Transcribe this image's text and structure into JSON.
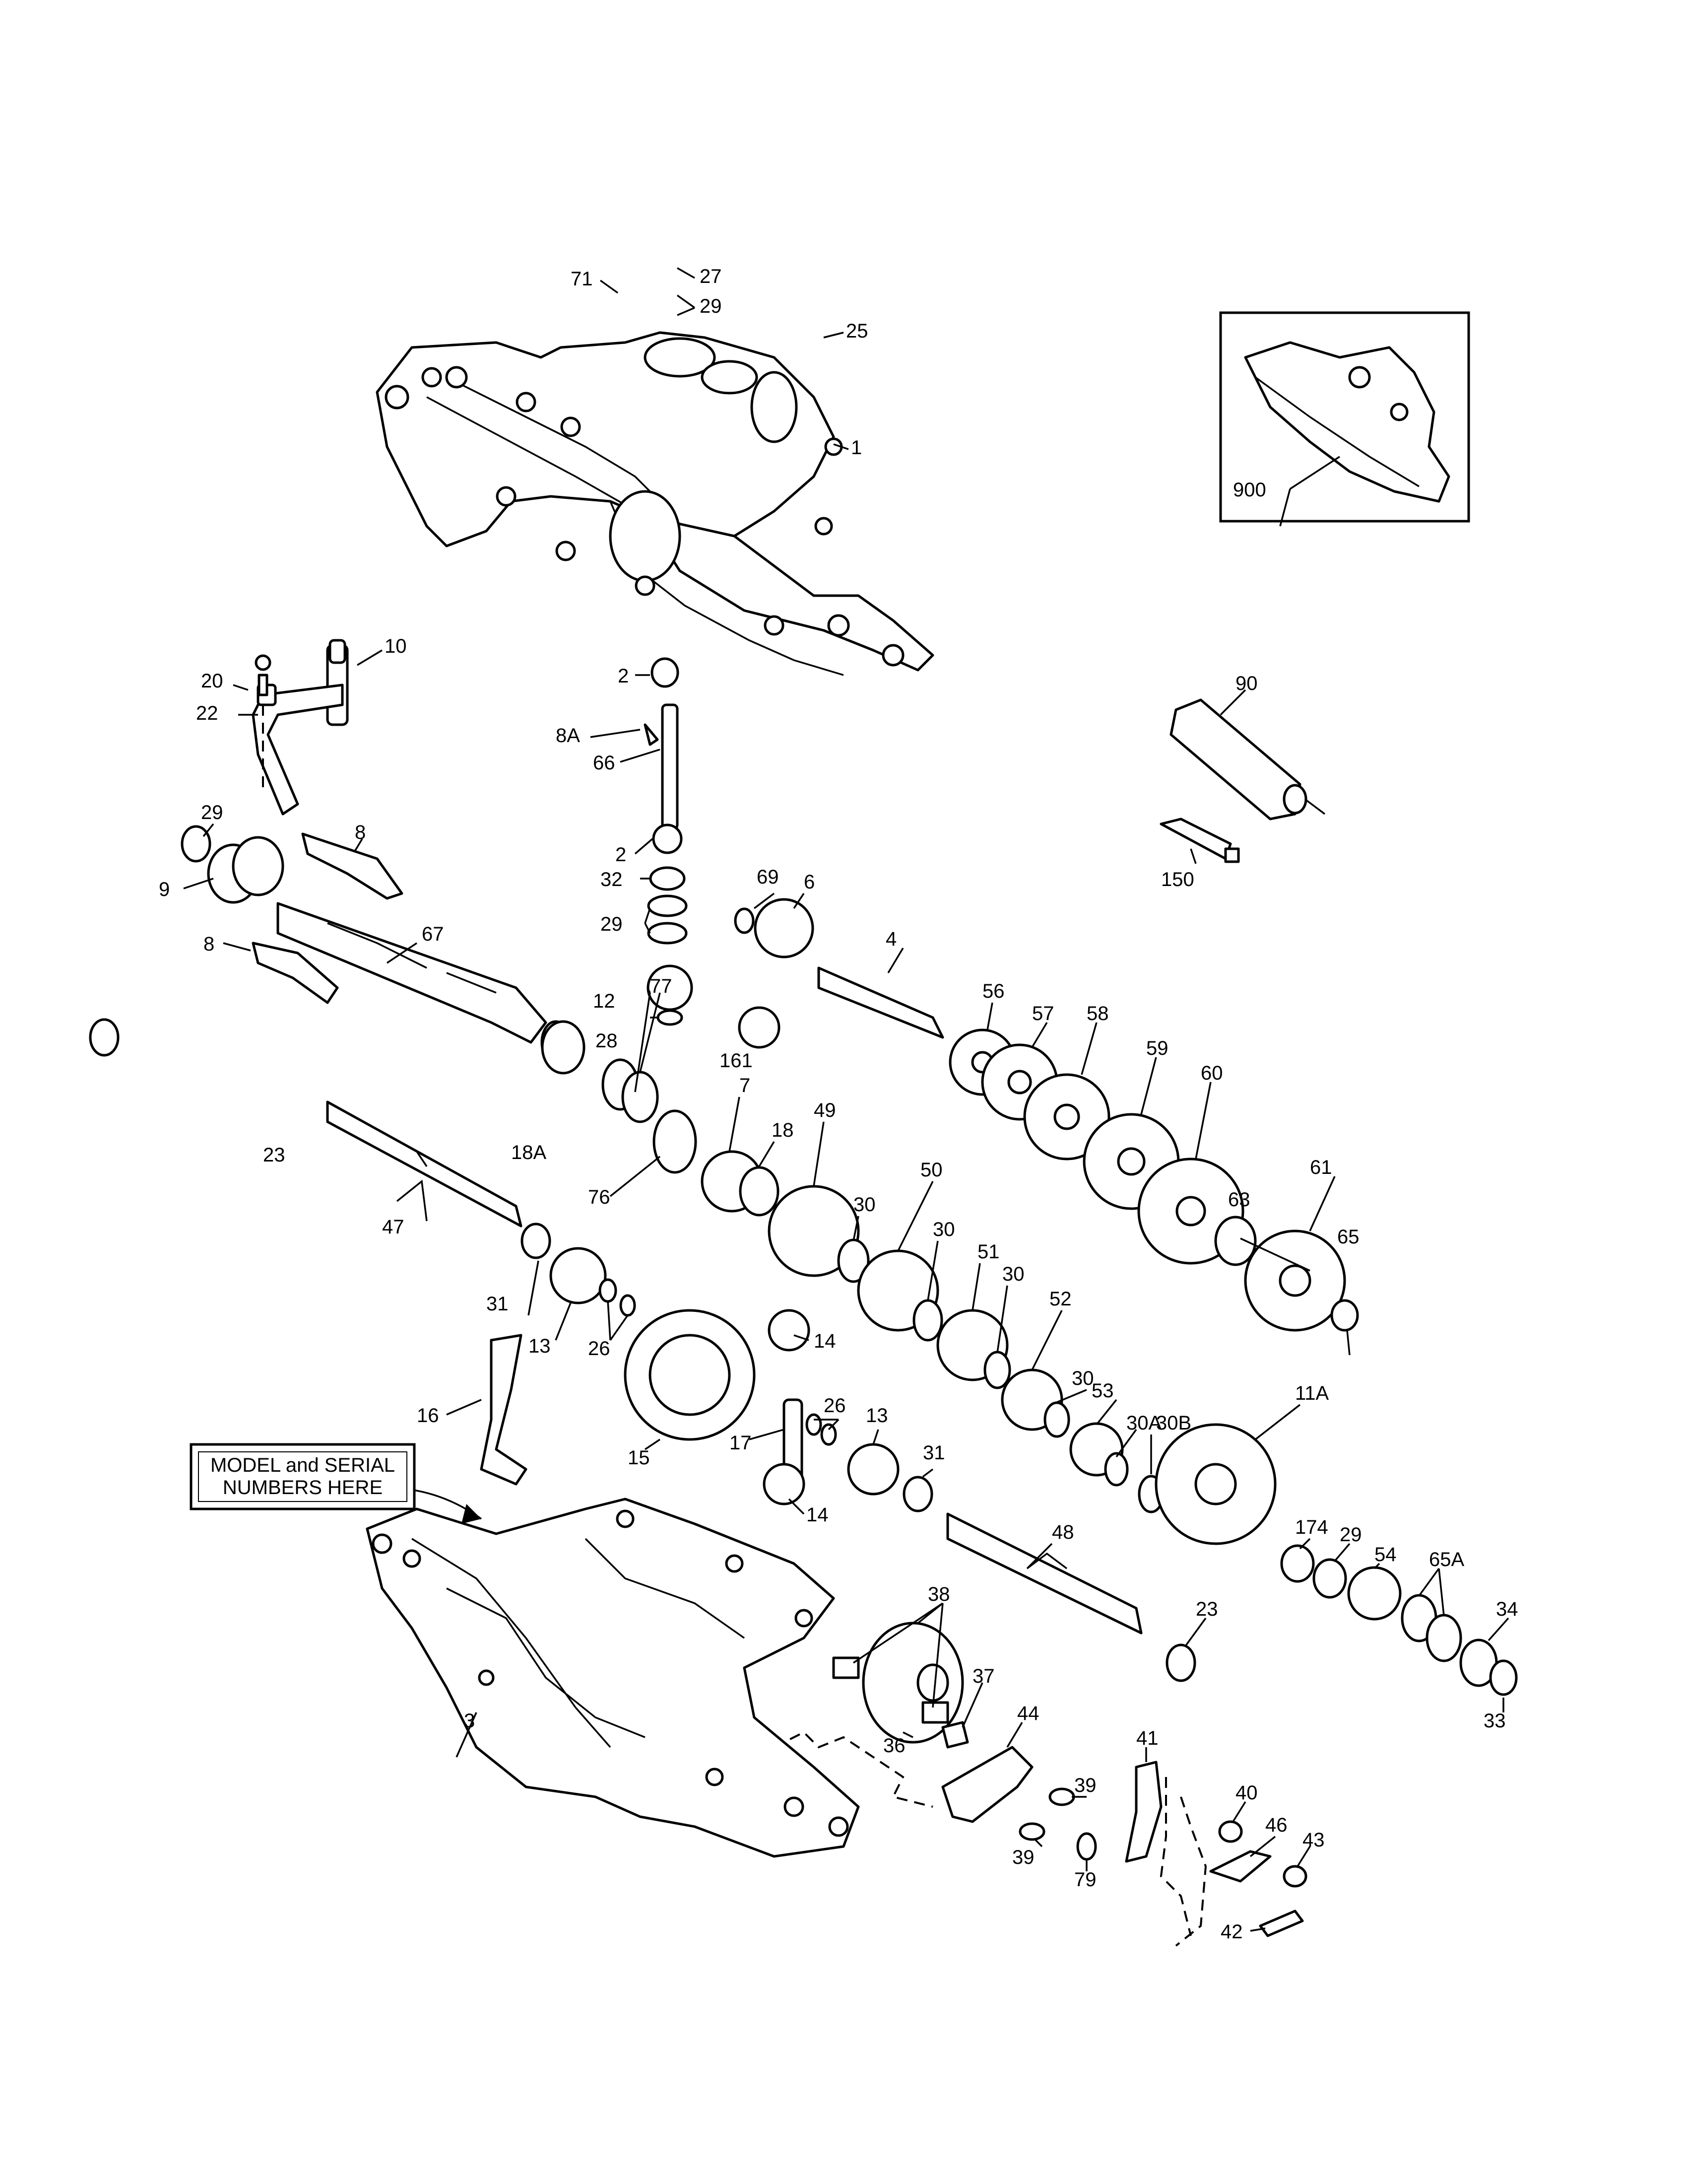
{
  "diagram": {
    "callouts": [
      {
        "id": "71",
        "label": "71"
      },
      {
        "id": "27",
        "label": "27"
      },
      {
        "id": "29a",
        "label": "29"
      },
      {
        "id": "25",
        "label": "25"
      },
      {
        "id": "1",
        "label": "1"
      },
      {
        "id": "900",
        "label": "900"
      },
      {
        "id": "10",
        "label": "10"
      },
      {
        "id": "20",
        "label": "20"
      },
      {
        "id": "22",
        "label": "22"
      },
      {
        "id": "2a",
        "label": "2"
      },
      {
        "id": "8A",
        "label": "8A"
      },
      {
        "id": "66",
        "label": "66"
      },
      {
        "id": "90",
        "label": "90"
      },
      {
        "id": "150",
        "label": "150"
      },
      {
        "id": "29b",
        "label": "29"
      },
      {
        "id": "9",
        "label": "9"
      },
      {
        "id": "8a",
        "label": "8"
      },
      {
        "id": "8b",
        "label": "8"
      },
      {
        "id": "67",
        "label": "67"
      },
      {
        "id": "2b",
        "label": "2"
      },
      {
        "id": "32",
        "label": "32"
      },
      {
        "id": "29c",
        "label": "29"
      },
      {
        "id": "69",
        "label": "69"
      },
      {
        "id": "6",
        "label": "6"
      },
      {
        "id": "4",
        "label": "4"
      },
      {
        "id": "12",
        "label": "12"
      },
      {
        "id": "28",
        "label": "28"
      },
      {
        "id": "161",
        "label": "161"
      },
      {
        "id": "56",
        "label": "56"
      },
      {
        "id": "57",
        "label": "57"
      },
      {
        "id": "58",
        "label": "58"
      },
      {
        "id": "59",
        "label": "59"
      },
      {
        "id": "60",
        "label": "60"
      },
      {
        "id": "23a",
        "label": "23"
      },
      {
        "id": "18A",
        "label": "18A"
      },
      {
        "id": "77",
        "label": "77"
      },
      {
        "id": "7",
        "label": "7"
      },
      {
        "id": "18",
        "label": "18"
      },
      {
        "id": "49",
        "label": "49"
      },
      {
        "id": "76",
        "label": "76"
      },
      {
        "id": "30a",
        "label": "30"
      },
      {
        "id": "50",
        "label": "50"
      },
      {
        "id": "30b",
        "label": "30"
      },
      {
        "id": "63",
        "label": "63"
      },
      {
        "id": "61",
        "label": "61"
      },
      {
        "id": "47",
        "label": "47"
      },
      {
        "id": "51",
        "label": "51"
      },
      {
        "id": "30c",
        "label": "30"
      },
      {
        "id": "65",
        "label": "65"
      },
      {
        "id": "52",
        "label": "52"
      },
      {
        "id": "31a",
        "label": "31"
      },
      {
        "id": "13a",
        "label": "13"
      },
      {
        "id": "26a",
        "label": "26"
      },
      {
        "id": "14a",
        "label": "14"
      },
      {
        "id": "30d",
        "label": "30"
      },
      {
        "id": "53",
        "label": "53"
      },
      {
        "id": "30A",
        "label": "30A"
      },
      {
        "id": "30B",
        "label": "30B"
      },
      {
        "id": "11A",
        "label": "11A"
      },
      {
        "id": "16",
        "label": "16"
      },
      {
        "id": "15",
        "label": "15"
      },
      {
        "id": "26b",
        "label": "26"
      },
      {
        "id": "17",
        "label": "17"
      },
      {
        "id": "13b",
        "label": "13"
      },
      {
        "id": "31b",
        "label": "31"
      },
      {
        "id": "14b",
        "label": "14"
      },
      {
        "id": "48",
        "label": "48"
      },
      {
        "id": "174",
        "label": "174"
      },
      {
        "id": "29d",
        "label": "29"
      },
      {
        "id": "54",
        "label": "54"
      },
      {
        "id": "65A",
        "label": "65A"
      },
      {
        "id": "23b",
        "label": "23"
      },
      {
        "id": "34",
        "label": "34"
      },
      {
        "id": "38",
        "label": "38"
      },
      {
        "id": "37",
        "label": "37"
      },
      {
        "id": "44",
        "label": "44"
      },
      {
        "id": "36",
        "label": "36"
      },
      {
        "id": "33",
        "label": "33"
      },
      {
        "id": "3",
        "label": "3"
      },
      {
        "id": "41",
        "label": "41"
      },
      {
        "id": "39a",
        "label": "39"
      },
      {
        "id": "40",
        "label": "40"
      },
      {
        "id": "46",
        "label": "46"
      },
      {
        "id": "43",
        "label": "43"
      },
      {
        "id": "39b",
        "label": "39"
      },
      {
        "id": "79",
        "label": "79"
      },
      {
        "id": "42",
        "label": "42"
      }
    ],
    "model_note": {
      "line1": "MODEL and SERIAL",
      "line2": "NUMBERS HERE"
    }
  }
}
